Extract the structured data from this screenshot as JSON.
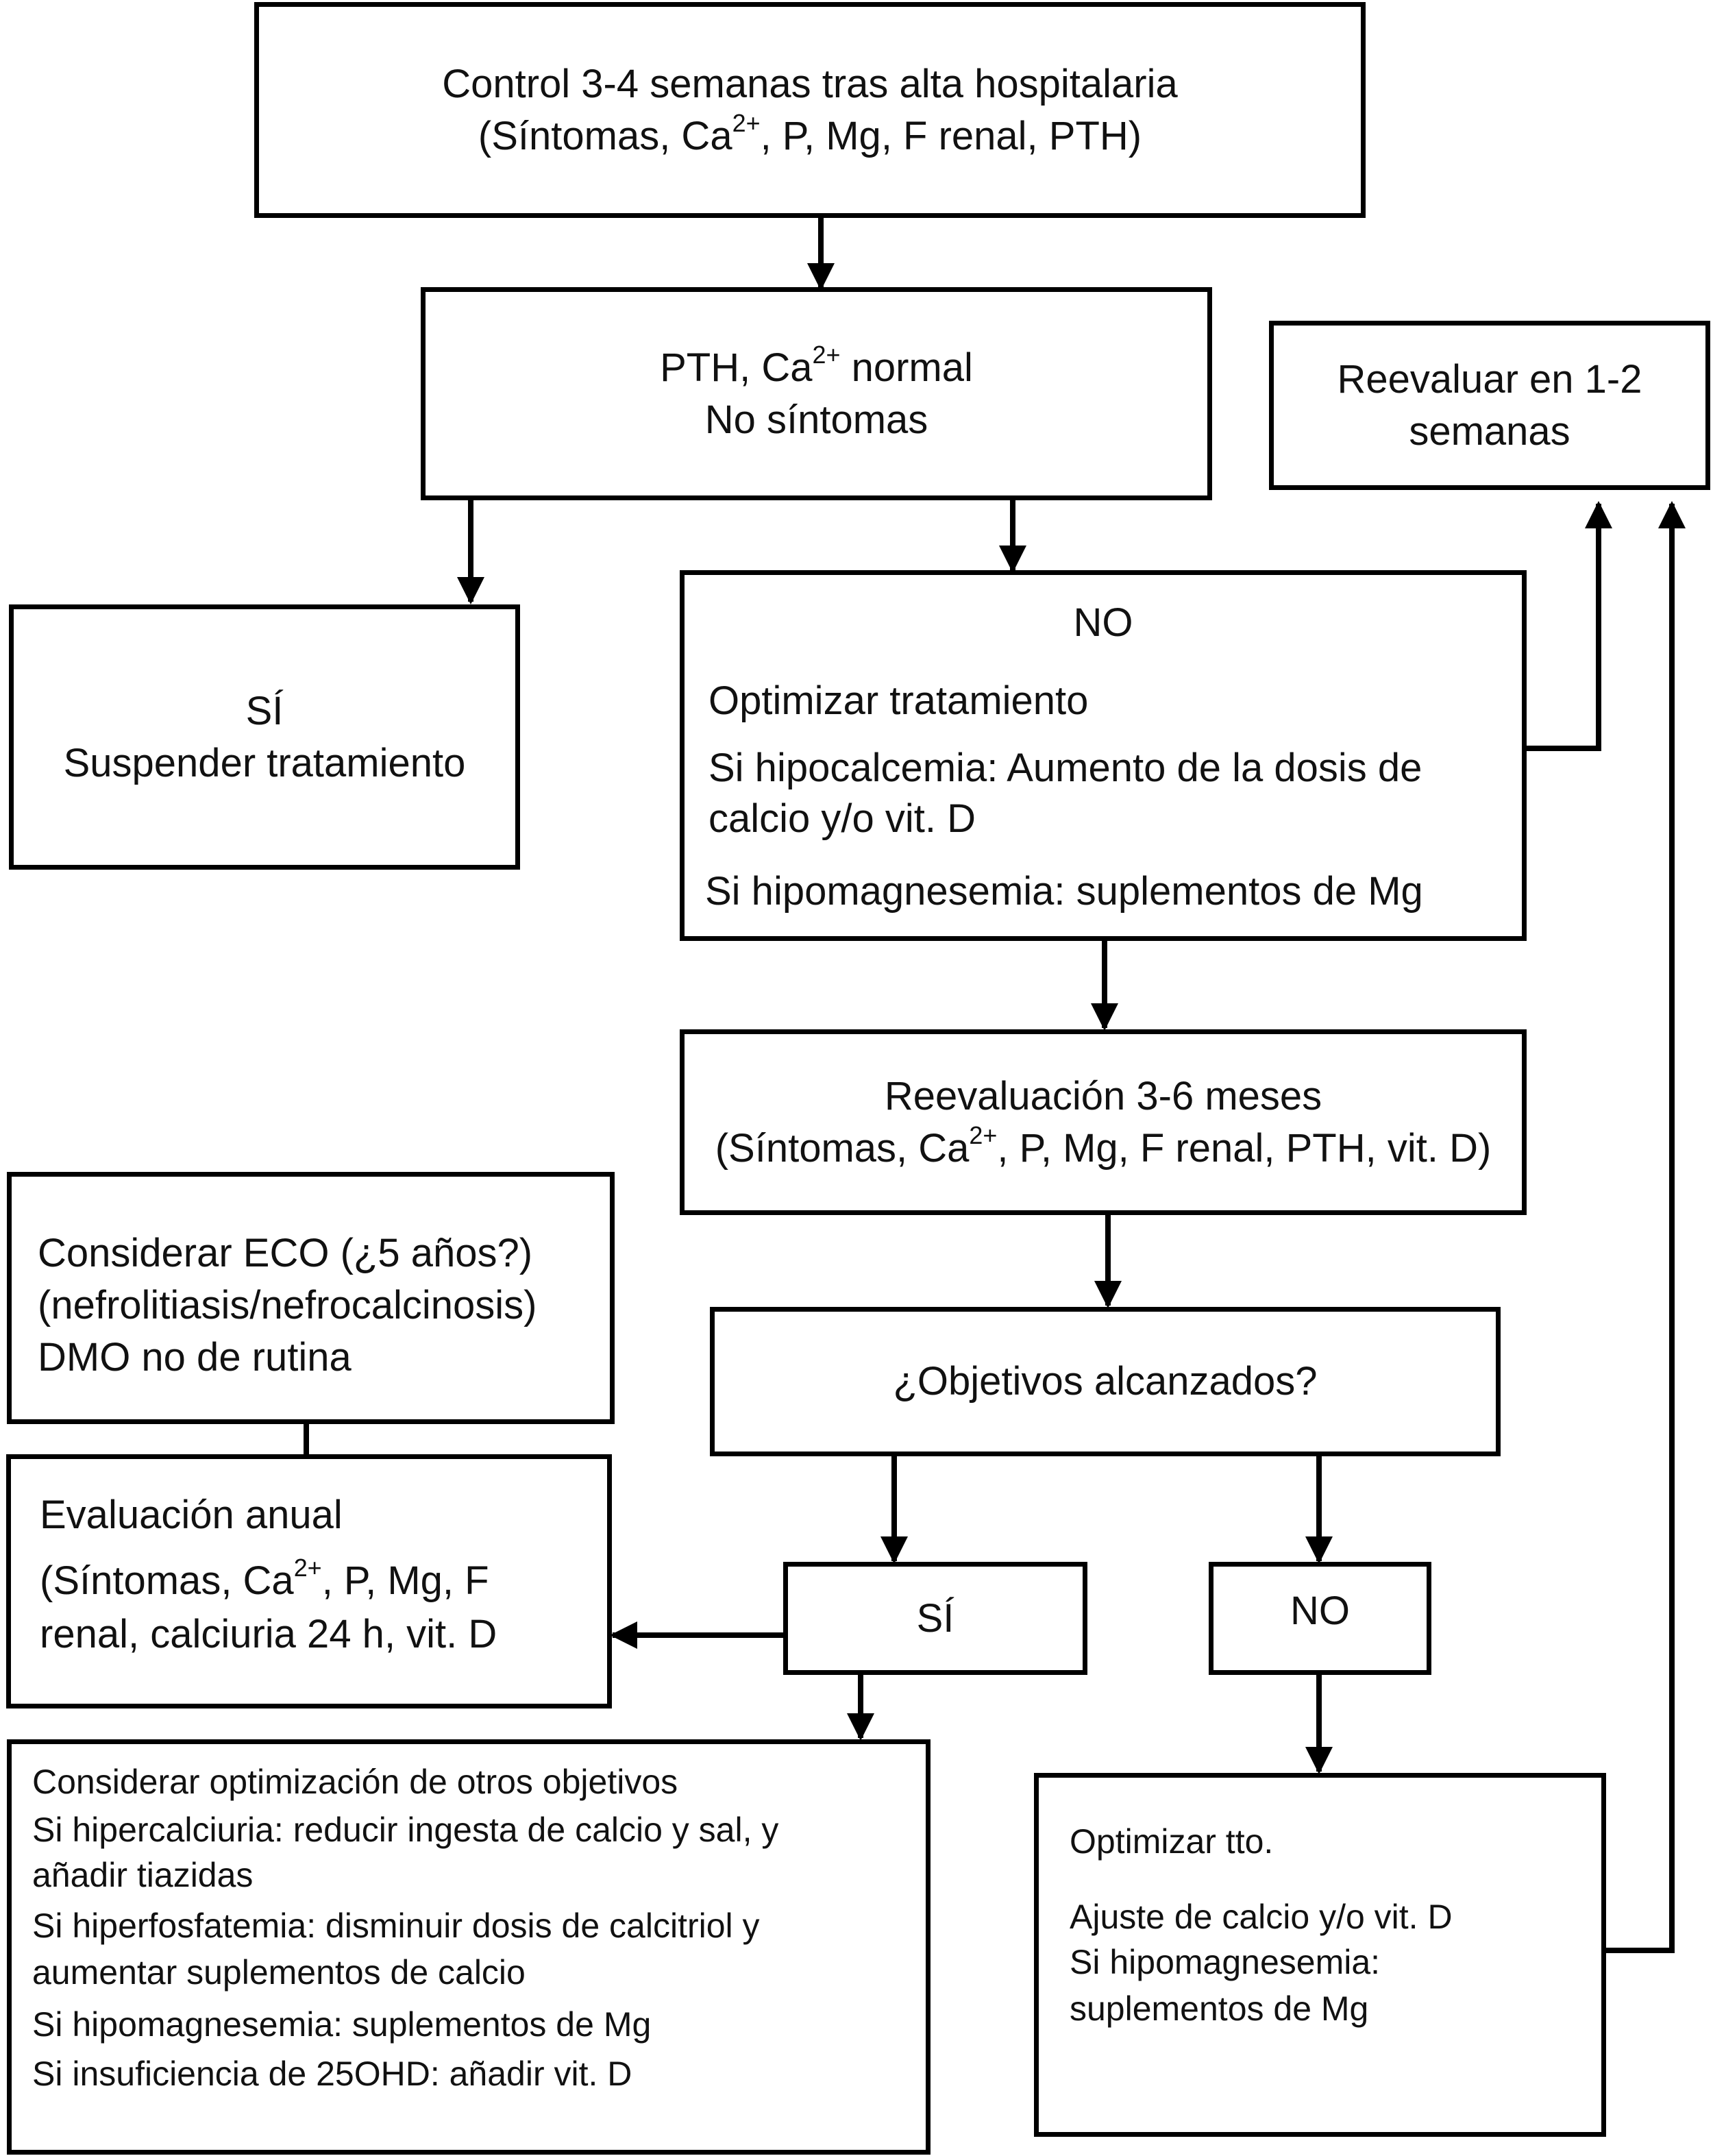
{
  "box_control": {
    "line1": "Control 3-4 semanas tras alta hospitalaria",
    "line2_pre": "(Síntomas, Ca",
    "line2_sup": "2+",
    "line2_post": ", P, Mg, F renal, PTH)"
  },
  "box_pth": {
    "line1_pre": "PTH, Ca",
    "line1_sup": "2+",
    "line1_post": " normal",
    "line2": "No síntomas"
  },
  "box_reevaluar": {
    "line1": "Reevaluar en 1-2",
    "line2": "semanas"
  },
  "box_si_suspender": {
    "line1": "SÍ",
    "line2": "Suspender tratamiento"
  },
  "box_no_optimizar": {
    "heading": "NO",
    "line1": "Optimizar tratamiento",
    "line2": "Si hipocalcemia: Aumento de la dosis de",
    "line3": "calcio y/o vit. D",
    "line4": "Si hipomagnesemia: suplementos de Mg"
  },
  "box_reevaluacion": {
    "line1": "Reevaluación 3-6 meses",
    "line2_pre": "(Síntomas, Ca",
    "line2_sup": "2+",
    "line2_post": ", P, Mg, F renal, PTH, vit. D)"
  },
  "box_eco": {
    "line1": "Considerar ECO (¿5 años?)",
    "line2": "(nefrolitiasis/nefrocalcinosis)",
    "line3": "DMO no de rutina"
  },
  "box_objetivos": {
    "label": "¿Objetivos alcanzados?"
  },
  "box_evaluacion_anual": {
    "line1": "Evaluación anual",
    "line2_pre": "(Síntomas, Ca",
    "line2_sup": "2+",
    "line2_post": ", P, Mg, F",
    "line3": "renal, calciuria 24 h, vit. D"
  },
  "box_si": {
    "label": "SÍ"
  },
  "box_no": {
    "label": "NO"
  },
  "box_considerar": {
    "line1": "Considerar optimización de otros objetivos",
    "line2": "Si hipercalciuria: reducir ingesta de calcio y sal, y",
    "line3": "añadir tiazidas",
    "line4": "Si hiperfosfatemia: disminuir dosis de calcitriol y",
    "line5": "aumentar suplementos de calcio",
    "line6": "Si hipomagnesemia: suplementos de Mg",
    "line7": "Si insuficiencia de 25OHD: añadir vit. D"
  },
  "box_optimizar_tto": {
    "line1": "Optimizar tto.",
    "line2": "Ajuste de calcio y/o vit. D",
    "line3": "Si hipomagnesemia:",
    "line4": "suplementos de Mg"
  }
}
